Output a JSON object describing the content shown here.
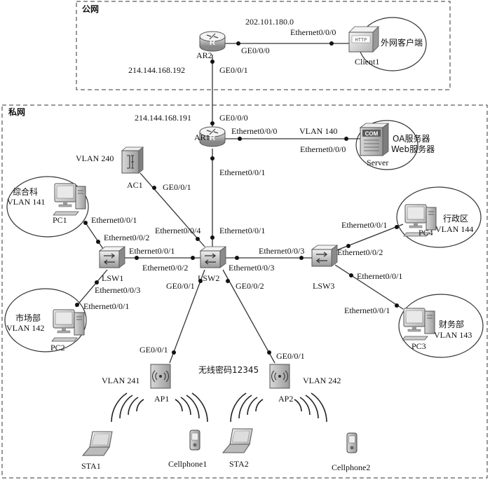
{
  "zones": {
    "public": "公网",
    "private": "私网"
  },
  "networks": {
    "public_net": "202.101.180.0",
    "ar2_ip": "214.144.168.192",
    "ar1_ip": "214.144.168.191"
  },
  "devices": {
    "ar2": "AR2",
    "ar1": "AR1",
    "client1": "Client1",
    "client1_desc": "外网客户端",
    "client1_tag": "HTTP",
    "server": "Server",
    "server_tag": "COM",
    "server_desc1": "OA服务器",
    "server_desc2": "Web服务器",
    "ac1": "AC1",
    "lsw1": "LSW1",
    "lsw2": "LSW2",
    "lsw3": "LSW3",
    "pc1": "PC1",
    "pc2": "PC2",
    "pc3": "PC3",
    "pc4": "PC4",
    "ap1": "AP1",
    "ap2": "AP2",
    "sta1": "STA1",
    "sta2": "STA2",
    "cellphone1": "Cellphone1",
    "cellphone2": "Cellphone2"
  },
  "groups": {
    "pc1_dept": "综合科",
    "pc1_vlan": "VLAN 141",
    "pc2_dept": "市场部",
    "pc2_vlan": "VLAN 142",
    "pc3_dept": "财务部",
    "pc3_vlan": "VLAN 143",
    "pc4_dept": "行政区",
    "pc4_vlan": "VLAN 144"
  },
  "vlans": {
    "server": "VLAN 140",
    "ac": "VLAN 240",
    "ap1": "VLAN 241",
    "ap2": "VLAN 242"
  },
  "wifi_password": "无线密码12345",
  "ports": {
    "ar2_client": "Ethernet0/0/0",
    "ar2_ge000": "GE0/0/0",
    "ar2_ge001": "GE0/0/1",
    "ar1_ge000": "GE0/0/0",
    "ar1_eth000": "Ethernet0/0/0",
    "server_eth000": "Ethernet0/0/0",
    "ar1_eth001": "Ethernet0/0/1",
    "ac1_ge001": "GE0/0/1",
    "lsw2_eth004": "Ethernet0/0/4",
    "lsw2_eth001": "Ethernet0/0/1",
    "pc1_eth001": "Ethernet0/0/1",
    "lsw1_eth002": "Ethernet0/0/2",
    "lsw1_eth001": "Ethernet0/0/1",
    "lsw2_eth002": "Ethernet0/0/2",
    "lsw1_eth003": "Ethernet0/0/3",
    "pc2_eth001": "Ethernet0/0/1",
    "lsw2_eth003a": "Ethernet0/0/3",
    "lsw2_eth003b": "Ethernet0/0/3",
    "pc4_eth001": "Ethernet0/0/1",
    "lsw3_eth002": "Ethernet0/0/2",
    "lsw3_eth001": "Ethernet0/0/1",
    "pc3_eth001": "Ethernet0/0/1",
    "lsw2_ge001": "GE0/0/1",
    "lsw2_ge002": "GE0/0/2",
    "ap1_ge001": "GE0/0/1",
    "ap2_ge001": "GE0/0/1"
  }
}
